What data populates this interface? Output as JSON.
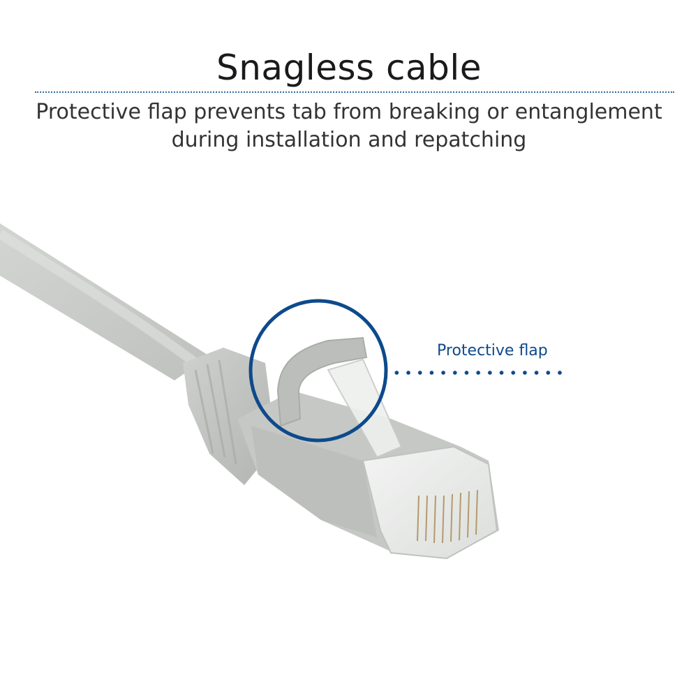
{
  "header": {
    "title": "Snagless cable",
    "subtitle_line1": "Protective flap prevents tab from breaking or entanglement",
    "subtitle_line2": "during installation and repatching"
  },
  "callout": {
    "label": "Protective flap"
  },
  "colors": {
    "accent": "#0d4a8b",
    "divider": "#2f6a9e",
    "cable": "#c9cbc8"
  },
  "image": {
    "subject": "grey RJ45 snagless network cable connector"
  }
}
